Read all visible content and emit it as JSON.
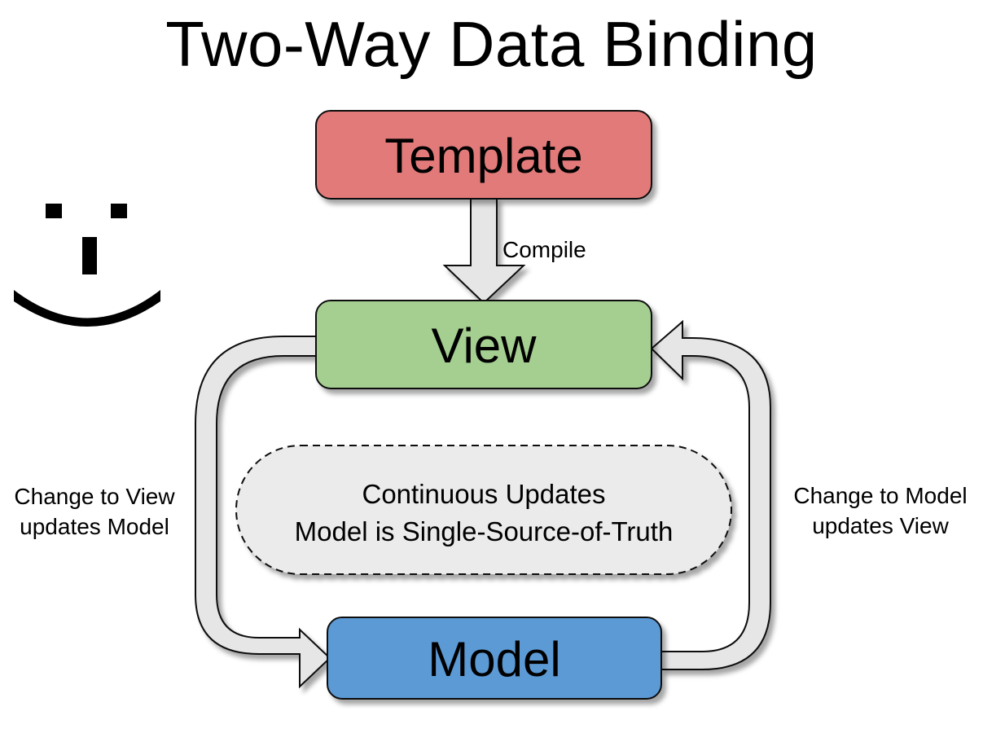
{
  "title": "Two-Way Data Binding",
  "nodes": {
    "template": {
      "label": "Template",
      "color": "#e27a7a"
    },
    "view": {
      "label": "View",
      "color": "#a5cf90"
    },
    "model": {
      "label": "Model",
      "color": "#5b9ad6"
    }
  },
  "edges": {
    "compile": {
      "label": "Compile"
    },
    "view_to_model": {
      "label_line1": "Change to View",
      "label_line2": "updates Model"
    },
    "model_to_view": {
      "label_line1": "Change to Model",
      "label_line2": "updates View"
    }
  },
  "center_note": {
    "line1": "Continuous Updates",
    "line2": "Model is Single-Source-of-Truth",
    "fill": "#ebebeb"
  },
  "smiley_icon": "smiley-face-icon",
  "colors": {
    "arrow_fill": "#e6e6e6",
    "stroke": "#111111"
  }
}
